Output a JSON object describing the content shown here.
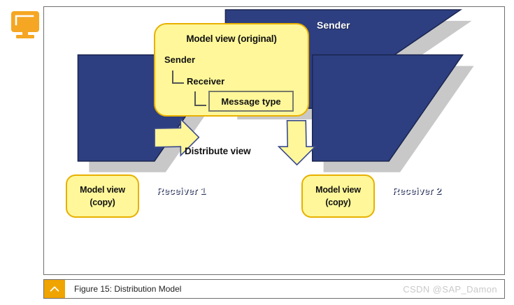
{
  "icons": {
    "monitor": "monitor-icon",
    "chevron_up": "chevron-up-icon"
  },
  "colors": {
    "blue_shape": "#2d3f80",
    "blue_shape_edge": "#1b2550",
    "yellow_fill": "#fff799",
    "yellow_border": "#e8b000",
    "shadow": "#c8c8c8",
    "accent_orange": "#f0a400",
    "panel_border": "#6f6f6f",
    "watermark": "#c9c9c9"
  },
  "diagram": {
    "title": "Distribution Model",
    "model_view_original": {
      "title": "Model view (original)",
      "tree": [
        {
          "label": "Sender",
          "level": 0
        },
        {
          "label": "Receiver",
          "level": 1
        },
        {
          "label": "Message type",
          "level": 2,
          "boxed": true
        }
      ]
    },
    "systems": [
      {
        "name": "Sender",
        "shape": "triangle",
        "id": "sender"
      },
      {
        "name": "Receiver 1",
        "shape": "trapezoid",
        "id": "receiver-1"
      },
      {
        "name": "Receiver 2",
        "shape": "trapezoid",
        "id": "receiver-2"
      }
    ],
    "copies": [
      {
        "line1": "Model view",
        "line2": "(copy)",
        "target": "Receiver 1"
      },
      {
        "line1": "Model view",
        "line2": "(copy)",
        "target": "Receiver 2"
      }
    ],
    "flow_label": "Distribute view",
    "arrows": [
      {
        "direction": "down-left",
        "from": "Model view (original)",
        "to": "Receiver 1"
      },
      {
        "direction": "down-right",
        "from": "Model view (original)",
        "to": "Receiver 2"
      }
    ]
  },
  "caption": {
    "text": "Figure 15: Distribution Model",
    "watermark": "CSDN @SAP_Damon"
  }
}
